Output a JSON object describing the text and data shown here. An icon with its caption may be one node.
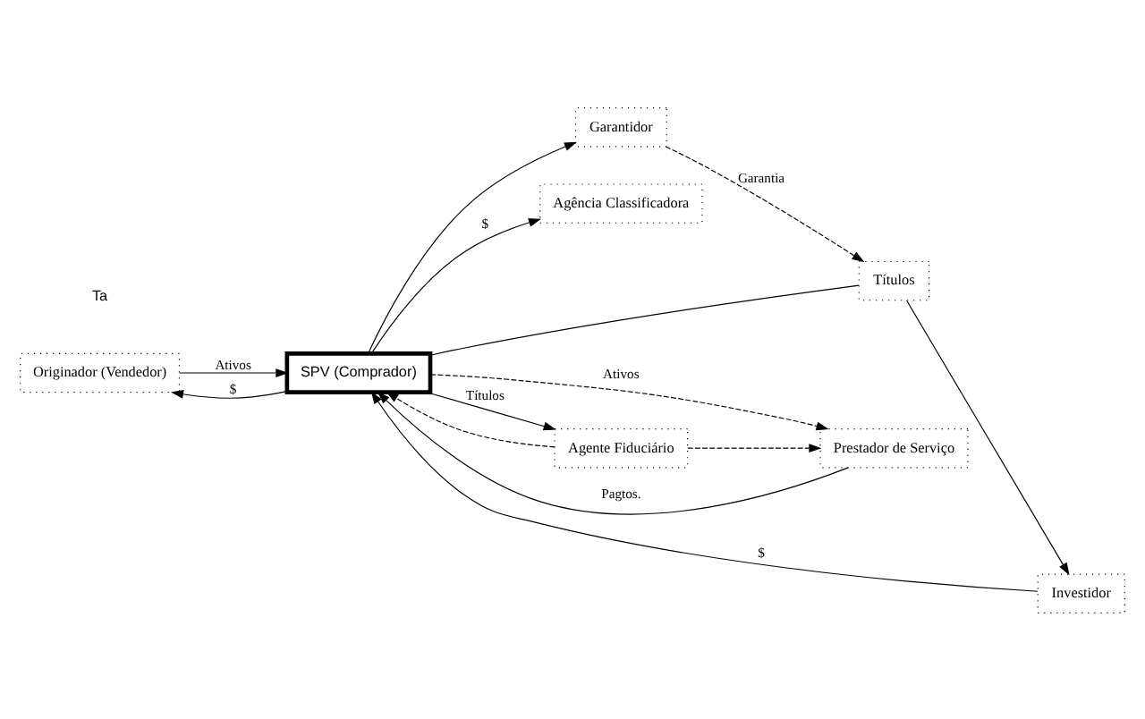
{
  "diagram": {
    "nodes": [
      {
        "text": [
          "Originador (Vendedor)"
        ]
      },
      {
        "text": [
          "SPV (Comprador)"
        ]
      },
      {
        "text": [
          "Garantidor"
        ]
      },
      {
        "text": [
          "Agência Classificadora"
        ]
      },
      {
        "text": [
          "Títulos"
        ]
      },
      {
        "text": [
          "Investidor"
        ]
      },
      {
        "text": [
          "Prestador de Serviço"
        ]
      },
      {
        "text": [
          "Agente Fiduciário"
        ]
      }
    ],
    "edges": [
      {
        "from": 0,
        "to": 1,
        "arrow": "to",
        "label": "Ativos"
      },
      {
        "from": 1,
        "to": 0,
        "arrow": "to",
        "label": "$"
      },
      {
        "from": 1,
        "to": 2,
        "arrow": "to"
      },
      {
        "from": 1,
        "to": 3,
        "arrow": "to",
        "label": "$"
      },
      {
        "from": 2,
        "to": 4,
        "arrow": "to",
        "style": "dashed",
        "label": "Garantia"
      },
      {
        "from": 1,
        "to": 4,
        "arrow": "none"
      },
      {
        "from": 4,
        "to": 5,
        "arrow": "to"
      },
      {
        "from": 5,
        "to": 1,
        "arrow": "to",
        "label": "$"
      },
      {
        "from": 6,
        "to": 1,
        "arrow": "to",
        "label": "Pagtos."
      },
      {
        "from": 1,
        "to": 6,
        "arrow": "to",
        "style": "dashed",
        "label": "Ativos"
      },
      {
        "from": 7,
        "to": 1,
        "arrow": "to",
        "style": "dashed"
      },
      {
        "from": 1,
        "to": 7,
        "arrow": "to",
        "label": "Títulos"
      },
      {
        "from": 7,
        "to": 6,
        "arrow": "to",
        "style": "dashed"
      }
    ],
    "labels": [
      "Ta"
    ]
  }
}
